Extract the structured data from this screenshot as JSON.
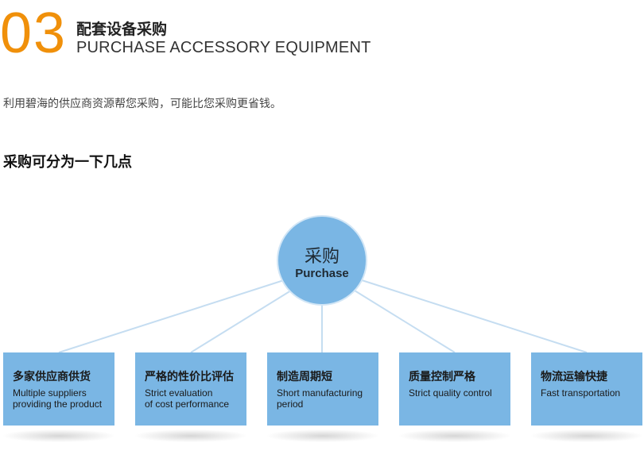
{
  "header": {
    "number": "03",
    "title_cn": "配套设备采购",
    "title_en": "PURCHASE ACCESSORY EQUIPMENT"
  },
  "intro": "利用碧海的供应商资源帮您采购，可能比您采购更省钱。",
  "section_title": "采购可分为一下几点",
  "diagram": {
    "hub": {
      "label_cn": "采购",
      "label_en": "Purchase"
    },
    "nodes": [
      {
        "label_cn": "多家供应商供货",
        "label_en": "Multiple suppliers\nproviding the product"
      },
      {
        "label_cn": "严格的性价比评估",
        "label_en": "Strict evaluation\nof cost performance"
      },
      {
        "label_cn": "制造周期短",
        "label_en": "Short manufacturing\nperiod"
      },
      {
        "label_cn": "质量控制严格",
        "label_en": "Strict quality control"
      },
      {
        "label_cn": "物流运输快捷",
        "label_en": "Fast transportation"
      }
    ],
    "colors": {
      "accent": "#f0900a",
      "box": "#7ab6e4",
      "line": "#c5ddf1"
    }
  }
}
